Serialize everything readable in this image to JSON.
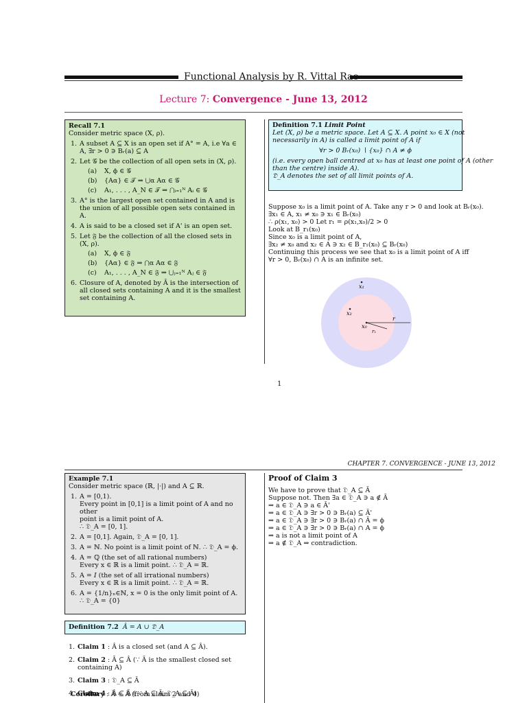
{
  "header": {
    "title": "Functional Analysis by R. Vittal Rao",
    "lecture_prefix": "Lecture 7:",
    "lecture_title": "Convergence - June 13, 2012"
  },
  "recall": {
    "title": "Recall 7.1",
    "intro": "Consider metric space (X, ρ).",
    "items": [
      {
        "num": "1.",
        "text": "A subset A ⊆ X is an open set if A° = A, i.e ∀a ∈ A, ∃r > 0 ∋ Bᵣ(a) ⊆ A"
      },
      {
        "num": "2.",
        "text": "Let 𝒢 be the collection of all open sets in (X, ρ)."
      },
      {
        "num": "3.",
        "text": "A° is the largest open set contained in A and is the union of all possible open sets contained in A."
      },
      {
        "num": "4.",
        "text": "A is said to be a closed set if A' is an open set."
      },
      {
        "num": "5.",
        "text": "Let 𝔉 be the collection of all the closed sets in (X, ρ)."
      },
      {
        "num": "6.",
        "text": "Closure of A, denoted by Ā is the intersection of all closed sets containing A and it is the smallest set containing A."
      }
    ],
    "sub2": [
      {
        "num": "(a)",
        "text": "X, ϕ ∈ 𝒢"
      },
      {
        "num": "(b)",
        "text": "{Aα} ∈ 𝒯 ⇒ ⋃α Aα ∈ 𝒢"
      },
      {
        "num": "(c)",
        "text": "A₁, . . . , A_N ∈ 𝒯 ⇒ ⋂ᵢ₌₁ᴺ Aᵢ ∈ 𝒢"
      }
    ],
    "sub5": [
      {
        "num": "(a)",
        "text": "X, ϕ ∈ 𝔉"
      },
      {
        "num": "(b)",
        "text": "{Aα} ∈ 𝔉 ⇒ ⋂α Aα ∈ 𝔉"
      },
      {
        "num": "(c)",
        "text": "A₁, . . . , A_N ∈ 𝔉 ⇒ ⋃ⱼ₌₁ᴺ Aⱼ ∈ 𝔉"
      }
    ]
  },
  "definition71": {
    "title": "Definition 7.1",
    "name": "Limit Point",
    "l1": "Let (X, ρ) be a metric space.  Let A ⊆ X.  A point x₀ ∈ X  (not",
    "l2": "necessarily in A) is called a limit point of A if",
    "formula": "∀r > 0 Bᵣ(x₀) ∖ {x₀} ∩ A ≠ ϕ",
    "l3": "(i.e. every open ball centred at x₀ has at least one point of A (other",
    "l4": "than the centre) inside A).",
    "l5": "𝔇_A denotes the set of all limit points of A."
  },
  "limit_text": [
    "   Suppose x₀ is a limit point of A. Take any r > 0 and look at Bᵣ(x₀).",
    "∃x₁ ∈ A, x₁ ≠ x₀ ∋ x₁ ∈ Bᵣ(x₀)",
    "∴ ρ(x₁, x₀) > 0    Let r₁ = ρ(x₁,x₀)/2 > 0",
    "Look at B_r₁(x₀)",
    "Since x₀ is a limit point of A,",
    "∃x₂ ≠ x₀ and x₂ ∈ A ∋ x₂ ∈ B_r₁(x₀) ⊆ Bᵣ(x₀)",
    "Continuing this process we see that x₀ is a limit point of A iff",
    "∀r > 0, Bᵣ(x₀) ∩ A  is an infinite set."
  ],
  "diagram": {
    "x1": "x₁",
    "x2": "x₂",
    "x0": "x₀",
    "r": "r",
    "r1": "r₁",
    "outer_color": "#dcdcfa",
    "inner_color": "#fbdde3"
  },
  "page_number": "1",
  "chapter_header": "CHAPTER 7.  CONVERGENCE - JUNE 13, 2012",
  "example71": {
    "title": "Example 7.1",
    "intro": "Consider metric space (ℝ, |·|)  and A ⊆ ℝ.",
    "items": [
      {
        "num": "1.",
        "lines": [
          "A = [0,1).",
          "Every point in [0,1] is a limit point of A and no other",
          "point is a limit point of A.",
          "∴ 𝔇_A = [0, 1]."
        ]
      },
      {
        "num": "2.",
        "lines": [
          "A = [0,1]. Again, 𝔇_A = [0, 1]."
        ]
      },
      {
        "num": "3.",
        "lines": [
          "A = ℕ. No point is a limit point of ℕ. ∴ 𝔇_A = ϕ."
        ]
      },
      {
        "num": "4.",
        "lines": [
          "A = ℚ (the set of all rational numbers)",
          "Every x ∈ ℝ is a limit point. ∴ 𝔇_A = ℝ."
        ]
      },
      {
        "num": "5.",
        "lines": [
          "A = 𝐼 (the set of all irrational numbers)",
          "Every x ∈ ℝ is a limit point. ∴ 𝔇_A = ℝ."
        ]
      },
      {
        "num": "6.",
        "lines": [
          "A = {1/n}ₙ∈ℕ, x = 0 is the only limit point of A. ∴ 𝔇_A = {0}"
        ]
      }
    ]
  },
  "definition72": {
    "title": "Definition 7.2",
    "formula": "Â = A ∪ 𝔇_A"
  },
  "claims": [
    {
      "num": "1.",
      "label": "Claim 1",
      "text": " : Â  is a closed set (and A ⊆ Â)."
    },
    {
      "num": "2.",
      "label": "Claim 2",
      "text": " : Ā ⊆ Â  (∵ Ā  is the smallest closed set containing A)"
    },
    {
      "num": "3.",
      "label": "Claim 3",
      "text": " : 𝔇_A ⊆ Ā"
    },
    {
      "num": "4.",
      "label": "Claim 4",
      "text": " : Â ⊆ Ā ( ∵ A ⊆ Ā,  𝔇_A ⊆ Ā)"
    }
  ],
  "corollary": {
    "label": "Corollary",
    "text": " : Ā = Â (from claim 2 and 4)"
  },
  "proof": {
    "title": "Proof of Claim 3",
    "lines": [
      "We have to prove that 𝔇_A ⊆ Ā",
      "Suppose not. Then ∃a ∈ 𝔇_A ∋ a ∉ Ā",
      "⇒ a ∈ 𝔇_A ∋ a ∈ Ā'",
      "⇒ a ∈ 𝔇_A ∋ ∃r > 0 ∋ Bᵣ(a) ⊆ Ā'",
      "⇒ a ∈ 𝔇_A ∋ ∃r > 0 ∋ Bᵣ(a) ∩ Ā = ϕ",
      "⇒ a ∈ 𝔇_A ∋ ∃r > 0 ∋ Bᵣ(a) ∩ A = ϕ",
      "⇒  a is not a limit point of A",
      "⇒ a ∉ 𝔇_A     ⇒  contradiction."
    ]
  }
}
